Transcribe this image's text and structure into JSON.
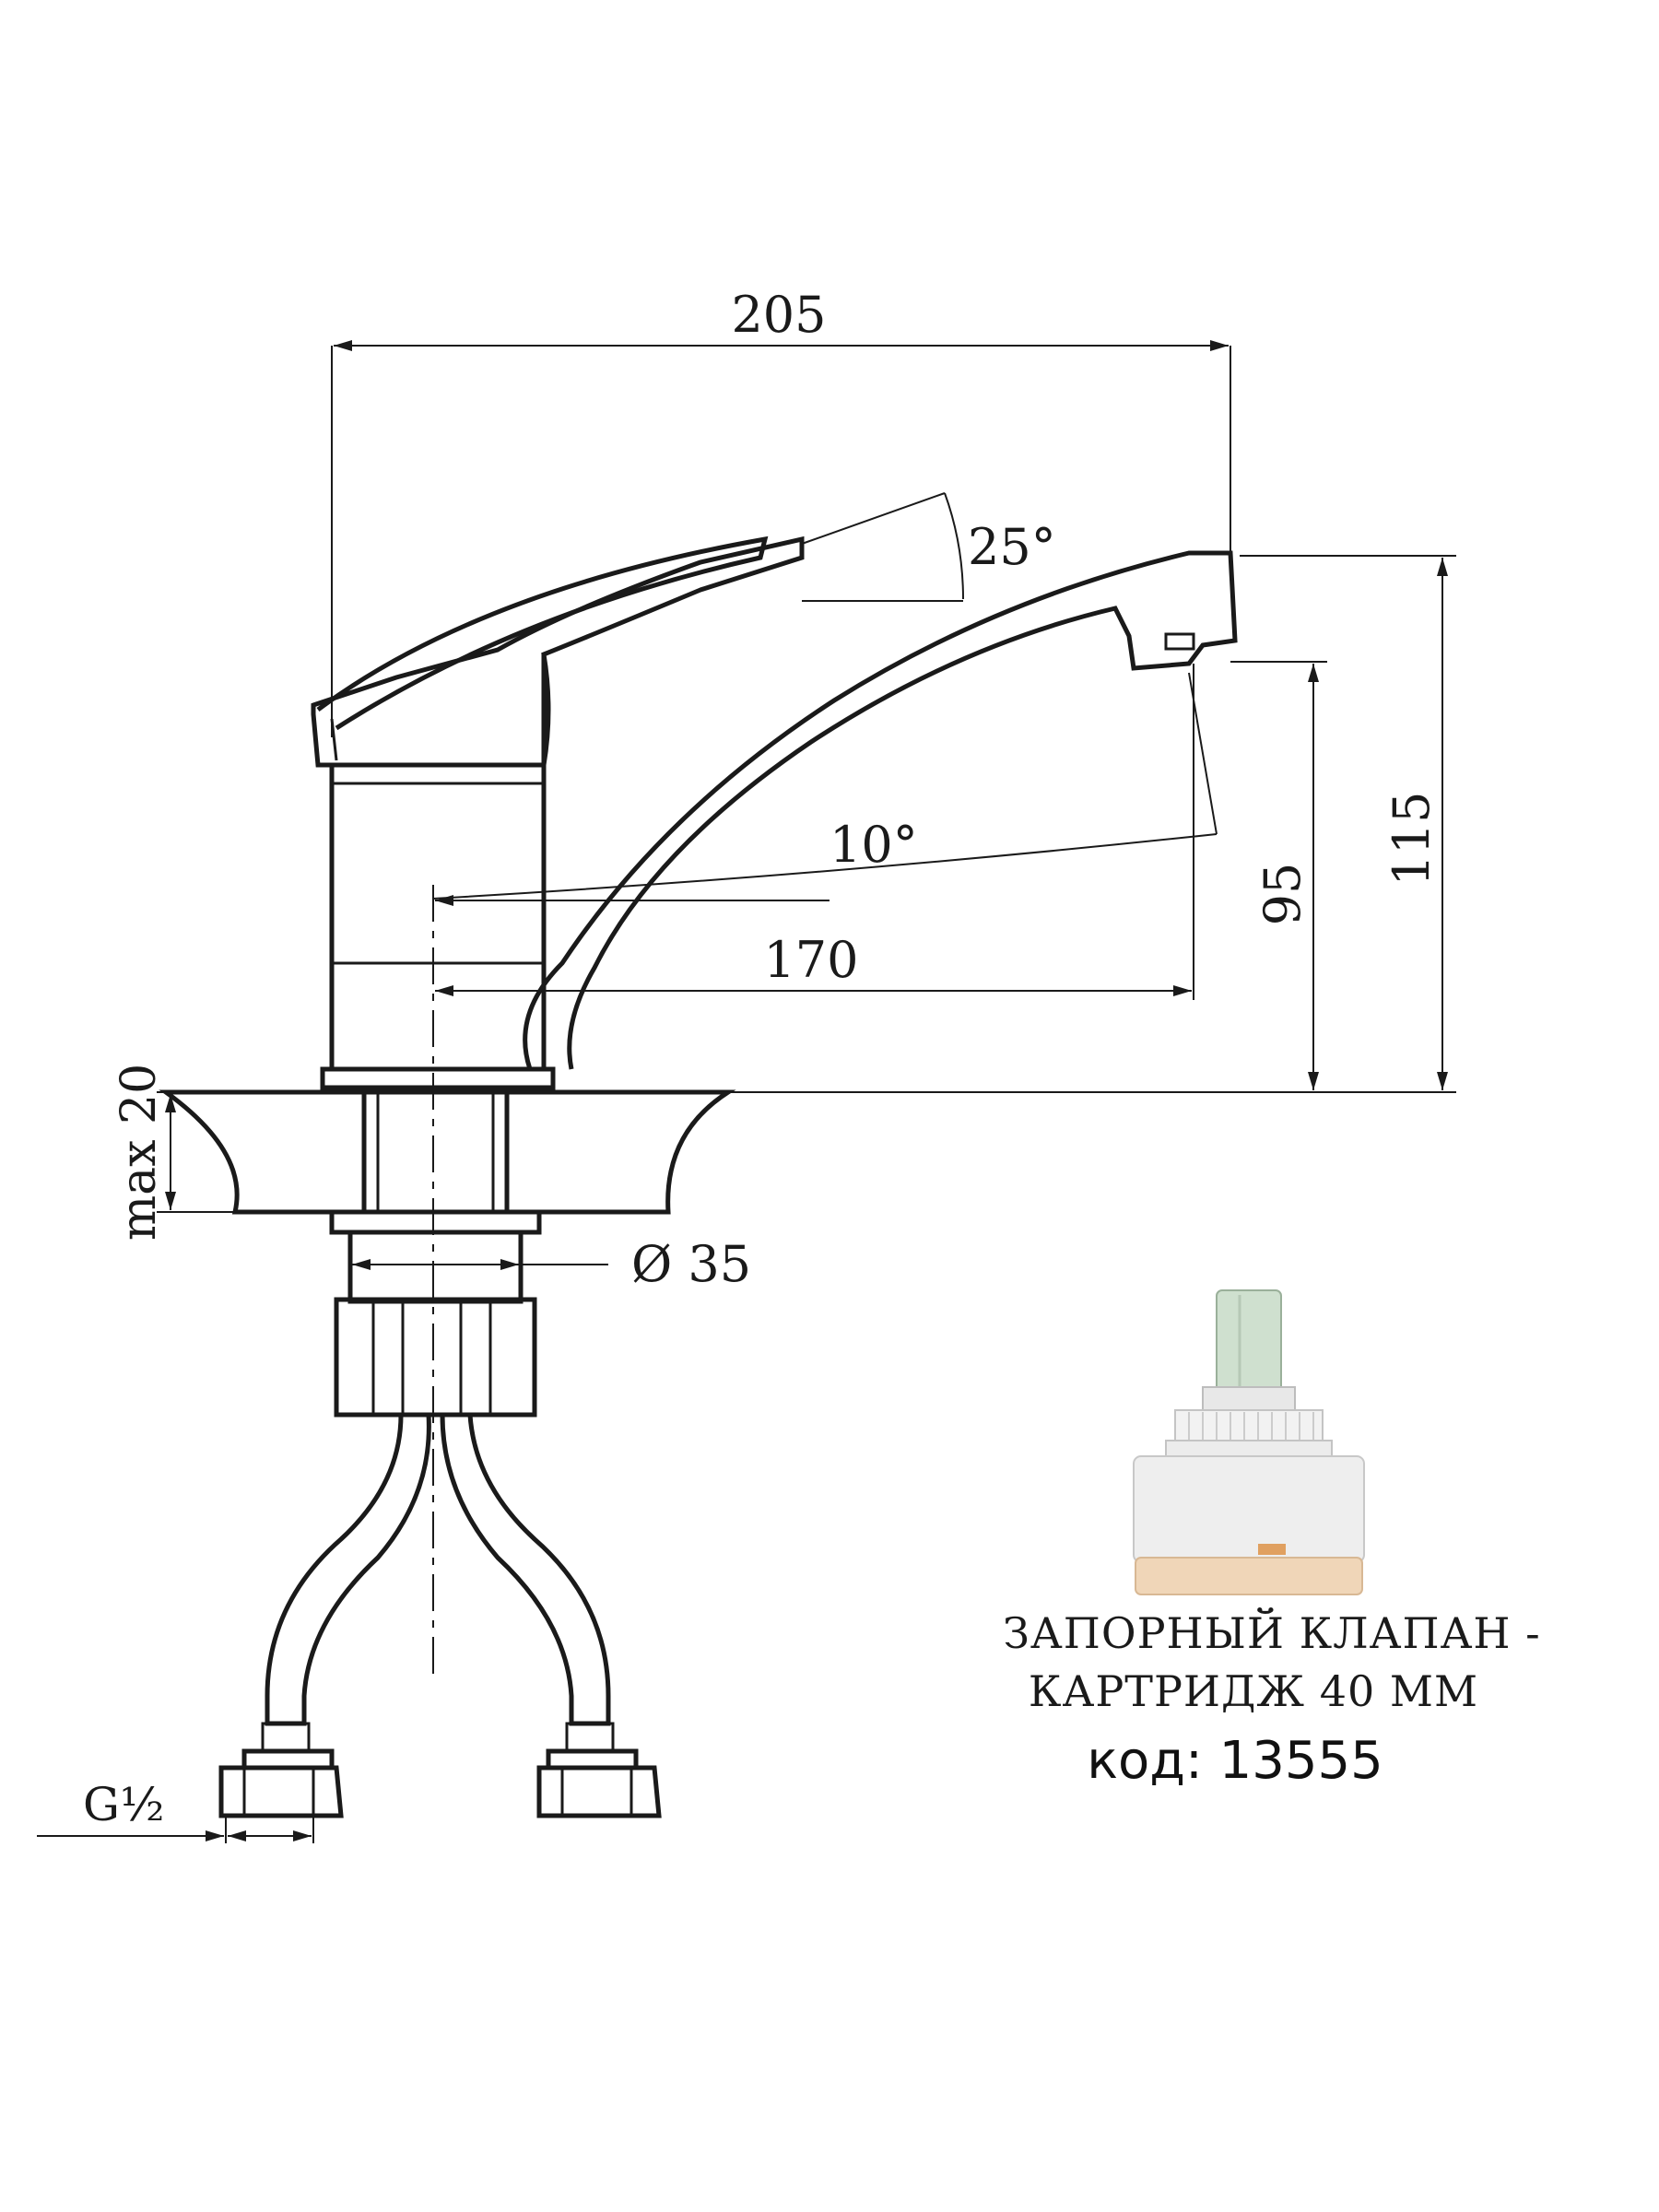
{
  "dimensions": {
    "overall_length": "205",
    "spout_reach": "170",
    "total_height": "115",
    "spout_height": "95",
    "handle_angle": "25°",
    "spout_angle": "10°",
    "max_counter_thickness": "max 20",
    "mount_diameter": "Ø 35",
    "thread": "G½"
  },
  "cartridge": {
    "caption_line1": "ЗАПОРНЫЙ КЛАПАН -",
    "caption_line2": "КАРТРИДЖ 40 ММ",
    "code": "код: 13555"
  },
  "colors": {
    "line": "#1a1a1a",
    "cartridge_body": "#eeeeee",
    "cartridge_stem": "#cfe0cf",
    "cartridge_base": "#f0d6b8"
  }
}
